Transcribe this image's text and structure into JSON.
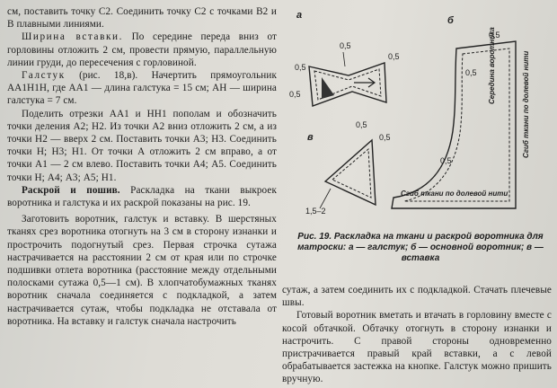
{
  "left_column": {
    "p1": "см, поставить точку С2. Соединить точку С2 с точками В2 и В плавными линиями.",
    "p2_head": "Ширина вставки.",
    "p2_body": " По середине переда вниз от горловины отложить 2 см, провести прямую, параллельную линии груди, до пересечения с горловиной.",
    "p3_head": "Галстук",
    "p3_body": " (рис. 18,в). Начертить прямоугольник АА1Н1Н, где АА1 — длина галстука = 15 см; АН — ширина галстука = 7 см.",
    "p4": "Поделить отрезки АА1 и НН1 пополам и обозначить точки деления А2; Н2. Из точки А2 вниз отложить 2 см, а из точки Н2 — вверх 2 см. Поставить точки А3; Н3. Соединить точки Н; Н3; Н1. От точки А отложить 2 см вправо, а от точки А1 — 2 см влево. Поставить точки А4; А5. Соединить точки Н; А4; А3; А5; Н1.",
    "p5_head": "Раскрой и пошив.",
    "p5_body": " Раскладка на ткани выкроек воротника и галстука и их раскрой показаны на рис. 19.",
    "p6": "Заготовить воротник, галстук и вставку. В шерстяных тканях срез воротника отогнуть на 3 см в сторону изнанки и прострочить подогнутый срез. Первая строчка сутажа настрачивается на расстоянии 2 см от края или по строчке подшивки отлета воротника (расстояние между отдельными полосками сутажа 0,5—1 см). В хлопчатобумажных тканях воротник сначала соединяется с подкладкой, а затем настрачивается сутаж, чтобы подкладка не отставала от воротника. На вставку и галстук сначала настрочить"
  },
  "figure": {
    "label_a": "а",
    "label_b": "б",
    "label_v": "в",
    "dim_1": "0,5",
    "dim_2": "0,5",
    "dim_3": "0,5",
    "dim_4": "0,5",
    "dim_5": "0,5",
    "dim_6": "0,5",
    "dim_7": "0,5",
    "dim_8": "0,5",
    "dim_9": "0,5",
    "dim_range": "1,5–2",
    "note_middle": "Середина воротника",
    "note_fold_vertical": "Сгиб ткани по долевой нити",
    "note_fold_horizontal": "Сгиб ткани по долевой нити"
  },
  "caption": {
    "text": "Рис. 19. Раскладка на ткани и раскрой воротника для матроски: а — галстук; б — основной воротник; в — вставка"
  },
  "right_column": {
    "p1": "сутаж, а затем соединить их с подкладкой. Стачать плечевые швы.",
    "p2": "Готовый воротник вметать и втачать в горловину вместе с косой обтачкой. Обтачку отогнуть в сторону изнанки и настрочить. С правой стороны одновременно пристрачивается правый край вставки, а с левой обрабатывается застежка на кнопке. Галстук можно пришить вручную."
  }
}
